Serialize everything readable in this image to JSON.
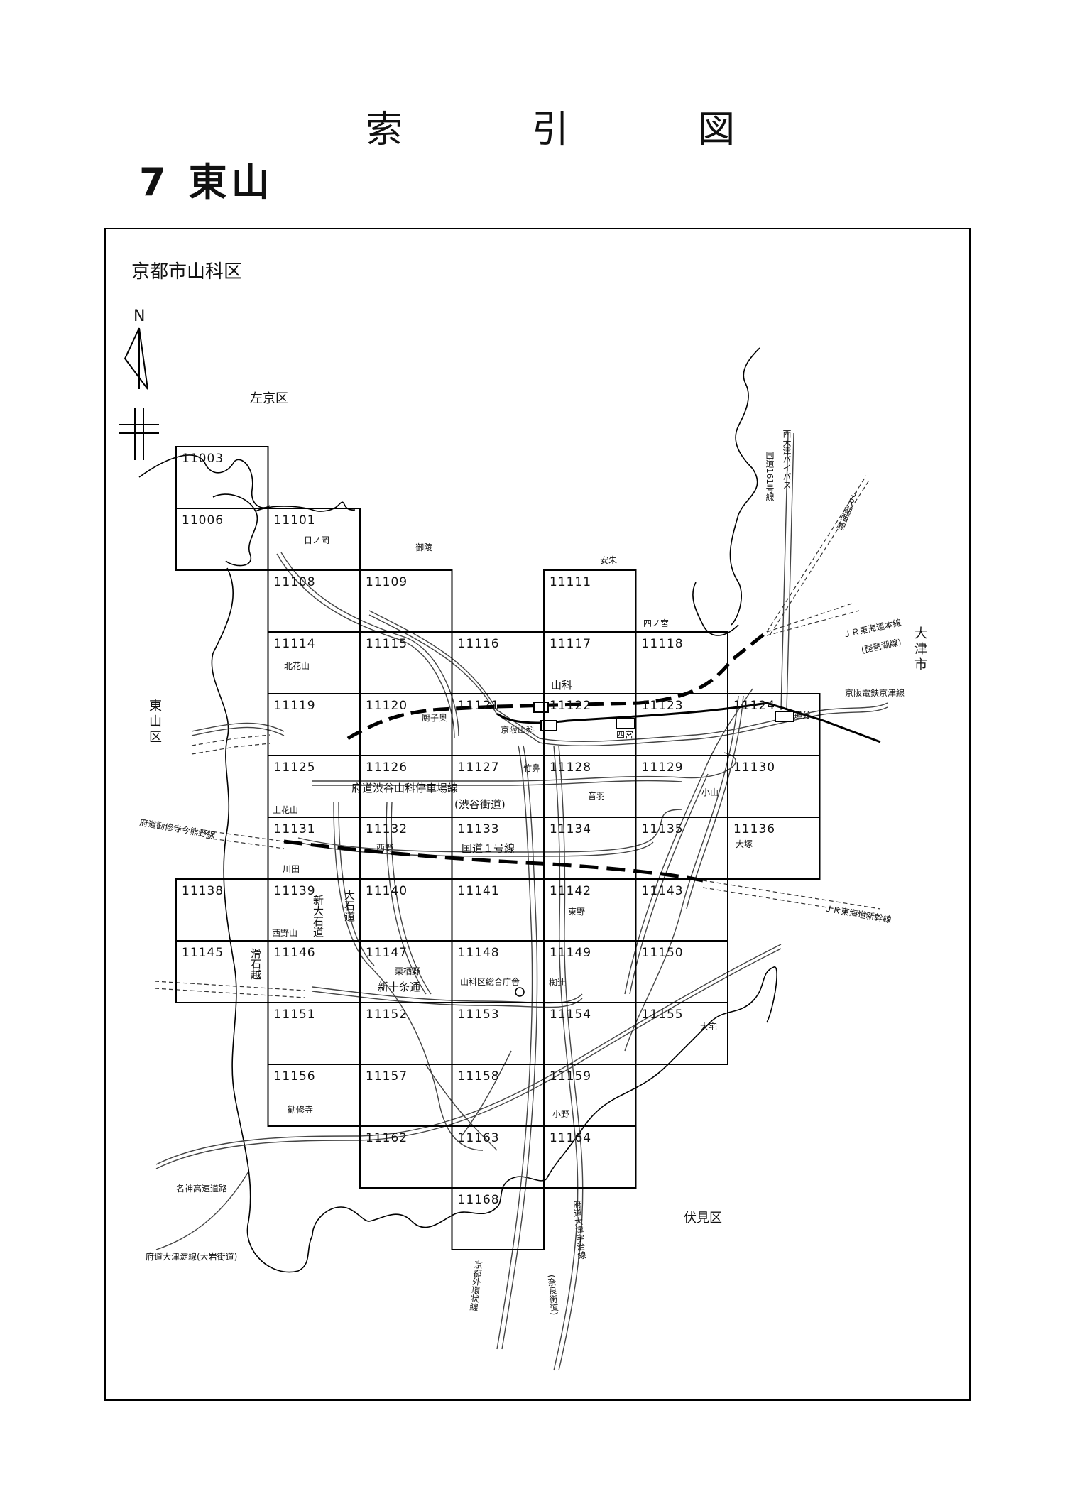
{
  "header": {
    "title_chars": [
      "索",
      "引",
      "図"
    ],
    "section_number": "7",
    "section_name": "東山"
  },
  "ward_label": "京都市山科区",
  "compass_letter": "N",
  "grid_cells": [
    {
      "id": "11003",
      "c": 0,
      "r": 0
    },
    {
      "id": "11006",
      "c": 0,
      "r": 1
    },
    {
      "id": "11101",
      "c": 1,
      "r": 1
    },
    {
      "id": "11108",
      "c": 1,
      "r": 2
    },
    {
      "id": "11109",
      "c": 2,
      "r": 2
    },
    {
      "id": "11111",
      "c": 4,
      "r": 2
    },
    {
      "id": "11114",
      "c": 1,
      "r": 3
    },
    {
      "id": "11115",
      "c": 2,
      "r": 3
    },
    {
      "id": "11116",
      "c": 3,
      "r": 3
    },
    {
      "id": "11117",
      "c": 4,
      "r": 3
    },
    {
      "id": "11118",
      "c": 5,
      "r": 3
    },
    {
      "id": "11119",
      "c": 1,
      "r": 4
    },
    {
      "id": "11120",
      "c": 2,
      "r": 4
    },
    {
      "id": "11121",
      "c": 3,
      "r": 4
    },
    {
      "id": "11122",
      "c": 4,
      "r": 4
    },
    {
      "id": "11123",
      "c": 5,
      "r": 4
    },
    {
      "id": "11124",
      "c": 6,
      "r": 4
    },
    {
      "id": "11125",
      "c": 1,
      "r": 5
    },
    {
      "id": "11126",
      "c": 2,
      "r": 5
    },
    {
      "id": "11127",
      "c": 3,
      "r": 5
    },
    {
      "id": "11128",
      "c": 4,
      "r": 5
    },
    {
      "id": "11129",
      "c": 5,
      "r": 5
    },
    {
      "id": "11130",
      "c": 6,
      "r": 5
    },
    {
      "id": "11131",
      "c": 1,
      "r": 6
    },
    {
      "id": "11132",
      "c": 2,
      "r": 6
    },
    {
      "id": "11133",
      "c": 3,
      "r": 6
    },
    {
      "id": "11134",
      "c": 4,
      "r": 6
    },
    {
      "id": "11135",
      "c": 5,
      "r": 6
    },
    {
      "id": "11136",
      "c": 6,
      "r": 6
    },
    {
      "id": "11138",
      "c": 0,
      "r": 7
    },
    {
      "id": "11139",
      "c": 1,
      "r": 7
    },
    {
      "id": "11140",
      "c": 2,
      "r": 7
    },
    {
      "id": "11141",
      "c": 3,
      "r": 7
    },
    {
      "id": "11142",
      "c": 4,
      "r": 7
    },
    {
      "id": "11143",
      "c": 5,
      "r": 7
    },
    {
      "id": "11145",
      "c": 0,
      "r": 8
    },
    {
      "id": "11146",
      "c": 1,
      "r": 8
    },
    {
      "id": "11147",
      "c": 2,
      "r": 8
    },
    {
      "id": "11148",
      "c": 3,
      "r": 8
    },
    {
      "id": "11149",
      "c": 4,
      "r": 8
    },
    {
      "id": "11150",
      "c": 5,
      "r": 8
    },
    {
      "id": "11151",
      "c": 1,
      "r": 9
    },
    {
      "id": "11152",
      "c": 2,
      "r": 9
    },
    {
      "id": "11153",
      "c": 3,
      "r": 9
    },
    {
      "id": "11154",
      "c": 4,
      "r": 9
    },
    {
      "id": "11155",
      "c": 5,
      "r": 9
    },
    {
      "id": "11156",
      "c": 1,
      "r": 10
    },
    {
      "id": "11157",
      "c": 2,
      "r": 10
    },
    {
      "id": "11158",
      "c": 3,
      "r": 10
    },
    {
      "id": "11159",
      "c": 4,
      "r": 10
    },
    {
      "id": "11162",
      "c": 2,
      "r": 11
    },
    {
      "id": "11163",
      "c": 3,
      "r": 11
    },
    {
      "id": "11164",
      "c": 4,
      "r": 11
    },
    {
      "id": "11168",
      "c": 3,
      "r": 12
    }
  ],
  "places": {
    "hinooka": "日ノ岡",
    "misasagi": "御陵",
    "ashu": "安朱",
    "shinomiya_area": "四ノ宮",
    "kitakazan": "北花山",
    "yamashina": "山科",
    "keihan_yamashina": "京阪山科",
    "shinomiya_stn": "四宮",
    "zushioku": "厨子奥",
    "oiwake": "追分",
    "takehana": "竹鼻",
    "otowa": "音羽",
    "koyama": "小山",
    "kamikazan": "上花山",
    "nishino": "西野",
    "kawada": "川田",
    "otsuka": "大塚",
    "higashino": "東野",
    "nishinoyama": "西野山",
    "awataono": "栗栖野",
    "natsugi": "椥辻",
    "ward_office": "山科区総合庁舎",
    "oyake": "大宅",
    "kanshuji": "勧修寺",
    "ono": "小野"
  },
  "regions": {
    "sakyo": "左京区",
    "higashiyama": "東山区",
    "otsu": "大津市",
    "fushimi": "伏見区"
  },
  "roads": {
    "nishi_otsu_bypass": "西大津バイパス",
    "route161": "国道161号線",
    "jr_kosei": "ＪＲ湖西線",
    "jr_tokaido": "ＪＲ東海道本線",
    "jr_tokaido_sub": "(琵琶湖線)",
    "keihan_keishin": "京阪電鉄京津線",
    "shibutani_line": "府道渋谷山科停車場線",
    "shibutani_sub": "(渋谷街道)",
    "route1": "国道１号線",
    "kanshuji_imakumano": "府道勧修寺今熊野線",
    "shinkansen": "ＪＲ東海道新幹線",
    "shin_oishi": "新大石道",
    "oishi": "大石道",
    "namekoshi": "滑石越",
    "shinjujo": "新十条通",
    "meishin": "名神高速道路",
    "otsu_yodo": "府道大津淀線(大岩街道)",
    "kyoto_sotokanjo": "京都外環状線",
    "otsu_uji": "府道大津宇治線",
    "nara_kaido": "(奈良街道)"
  }
}
